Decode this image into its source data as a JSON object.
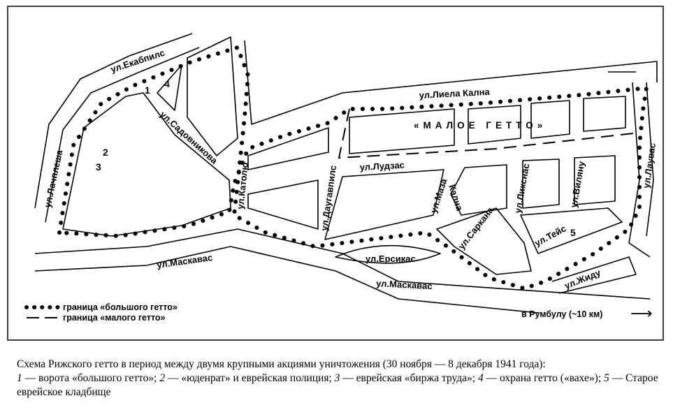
{
  "streets": {
    "ekabpils": "ул.Екабпилс",
    "lielakalna": "ул.Лиела Кална",
    "sadovnikova": "ул.Садовникова",
    "lachplesha": "ул.Лачплеша",
    "katolu": "ул.Католю",
    "daugavpils": "ул.Даугавпилс",
    "ludzas": "ул.Лудзас",
    "maza": "ул.Маза",
    "kalna": "Кална",
    "liksnas": "ул.Ликснас",
    "vilyanu": "ул.Виляну",
    "laubas": "ул.Лаувас",
    "sarkana": "ул.Саркана",
    "teyas": "ул.Тейс",
    "maskavas1": "ул.Маскавас",
    "ersikas": "ул.Ерсикас",
    "maskavas2": "ул.Маскавас",
    "zhidu": "ул.Жиду"
  },
  "area_label": "«МАЛОЕ ГЕТТО»",
  "markers": {
    "m1": "1",
    "m2": "2",
    "m3": "3",
    "m4": "4",
    "m5": "5"
  },
  "legend": {
    "big_ghetto": "граница «большого гетто»",
    "small_ghetto": "граница «малого гетто»"
  },
  "direction": {
    "label": "в Румбулу (~10 км)",
    "arrow": "⟶"
  },
  "caption": {
    "line1": "Схема Рижского гетто в период между двумя крупными акциями уничтожения (30 ноября — 8 декабря 1941 года):",
    "n1": "1",
    "t1": " — ворота «большого гетто»; ",
    "n2": "2",
    "t2": " — «юденрат» и еврейская полиция; ",
    "n3": "3",
    "t3": " — еврейская «биржа труда»; ",
    "n4": "4",
    "t4": " — охрана гетто («вахе»); ",
    "n5": "5",
    "t5": " — Старое еврейское кладбище"
  }
}
